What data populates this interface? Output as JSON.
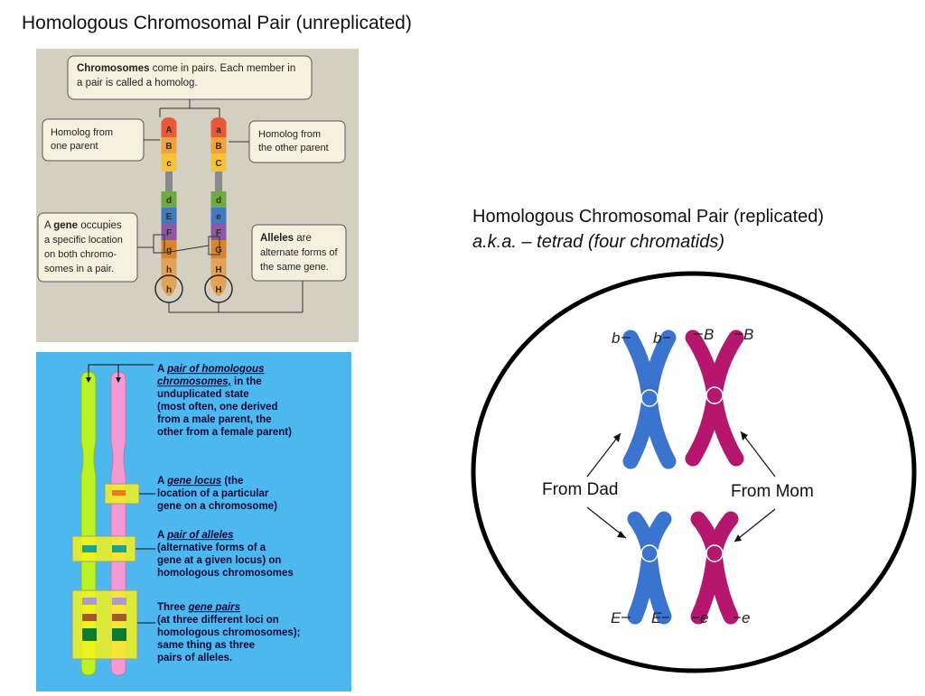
{
  "title_left": "Homologous Chromosomal Pair (unreplicated)",
  "title_right": "Homologous Chromosomal Pair (replicated)",
  "title_right_sub": "a.k.a. – tetrad (four chromatids)",
  "top_panel": {
    "box_chromosomes": {
      "bold": "Chromosomes",
      "line1_rest": " come in pairs. Each member in",
      "line2": "a pair is called a homolog."
    },
    "box_homolog_one": [
      "Homolog from",
      "one parent"
    ],
    "box_homolog_other": [
      "Homolog from",
      "the other parent"
    ],
    "box_gene": {
      "line1_pre": "A ",
      "line1_bold": "gene",
      "line1_post": " occupies",
      "lines": [
        "a specific location",
        "on both chromo-",
        "somes in a pair."
      ]
    },
    "box_alleles": {
      "line1_bold": "Alleles",
      "line1_post": " are",
      "lines": [
        "alternate forms of",
        "the same gene."
      ]
    },
    "left_labels": [
      "A",
      "B",
      "c",
      "d",
      "E",
      "F",
      "g",
      "h"
    ],
    "right_labels": [
      "a",
      "B",
      "C",
      "d",
      "e",
      "F",
      "G",
      "H"
    ],
    "band_colors": [
      "#e8583a",
      "#f3a23a",
      "#f5c33a",
      "#6faa45",
      "#3d7bc4",
      "#8a5aa8",
      "#d9842f",
      "#e2a25a"
    ]
  },
  "bottom_panel": {
    "ann1": {
      "line1_pre": "A ",
      "line1_link": "pair of homologous",
      "line2_link": "chromosomes,",
      "line2_post": " in the",
      "lines": [
        "unduplicated state",
        "(most often, one derived",
        "from a male parent, the",
        "other from a female parent)"
      ]
    },
    "ann2": {
      "line1_pre": "A ",
      "line1_link": "gene locus",
      "line1_post": " (the",
      "lines": [
        "location of a particular",
        "gene on a chromosome)"
      ]
    },
    "ann3": {
      "line1_pre": "A ",
      "line1_link": "pair of alleles",
      "lines": [
        "(alternative forms of a",
        "gene at a given locus) on",
        "homologous chromosomes"
      ]
    },
    "ann4": {
      "line1_pre": "Three ",
      "line1_link": "gene pairs",
      "lines": [
        "(at three different loci on",
        "homologous chromosomes);",
        "same thing as three",
        "pairs of alleles."
      ]
    }
  },
  "right_panel": {
    "label_dad": "From Dad",
    "label_mom": "From Mom",
    "top_labels": [
      "b",
      "b",
      "B",
      "B"
    ],
    "bottom_labels": [
      "E",
      "E",
      "e",
      "e"
    ],
    "color_dad": "#3b74cf",
    "color_mom": "#b5166e"
  }
}
